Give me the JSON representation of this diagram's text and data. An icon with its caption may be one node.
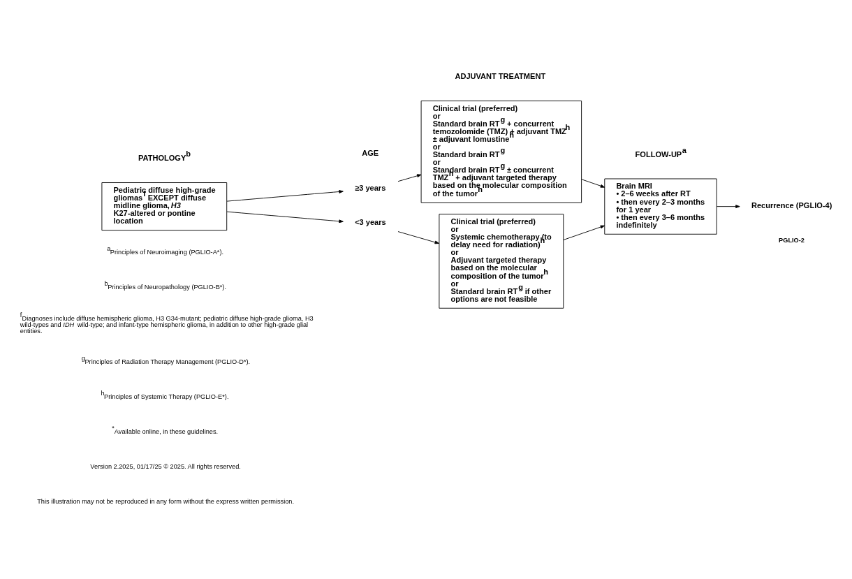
{
  "diagram": {
    "nodes": [
      {
        "text": [
          "Pediatric diffuse high-grade gliomas$^{f}$ EXCEPT diffuse midline glioma, *H3* K27-altered or pontine location"
        ]
      },
      {
        "text": [
          "≥3 years"
        ]
      },
      {
        "text": [
          "<3 years"
        ]
      },
      {
        "text": [
          "Clinical trial (preferred)",
          "or",
          "Standard brain RT$^{g}$ + concurrent temozolomide (TMZ) + adjuvant TMZ$^{h}$ ± adjuvant lomustine$^{h}$",
          "or",
          "Standard brain RT$^{g}$",
          "or",
          "Standard brain RT$^{g}$ ± concurrent TMZ$^{h}$ + adjuvant targeted therapy based on the molecular composition of the tumor$^{h}$"
        ]
      },
      {
        "text": [
          "Clinical trial (preferred)",
          "or",
          "Systemic chemotherapy (to delay need for radiation)$^{h}$",
          "or",
          "Adjuvant targeted therapy based on the molecular composition of the tumor$^{h}$",
          "or",
          "Standard brain RT$^{g}$ if other options are not feasible"
        ]
      },
      {
        "text": [
          "Brain MRI",
          "• 2–6 weeks after RT",
          "• then every 2–3 months for 1 year",
          "• then every 3–6 months indefinitely"
        ]
      },
      {
        "text": [
          "Recurrence (PGLIO-4)"
        ]
      }
    ],
    "edges": [
      {
        "from": 0,
        "to": 1,
        "arrow": "to"
      },
      {
        "from": 0,
        "to": 2,
        "arrow": "to"
      },
      {
        "from": 1,
        "to": 3,
        "arrow": "to"
      },
      {
        "from": 2,
        "to": 4,
        "arrow": "to"
      },
      {
        "from": 3,
        "to": 5,
        "arrow": "to"
      },
      {
        "from": 4,
        "to": 5,
        "arrow": "to"
      },
      {
        "from": 5,
        "to": 6,
        "arrow": "to"
      }
    ],
    "labels": [
      "PATHOLOGY$^{b}$",
      "AGE",
      "ADJUVANT TREATMENT",
      "FOLLOW-UP$^{a}$",
      "$^{a}$Principles of Neuroimaging (PGLIO-A*).",
      "$^{b}$Principles of Neuropathology (PGLIO-B*).",
      "$^{f}$Diagnoses include diffuse hemispheric glioma, H3 G34-mutant; pediatric diffuse high-grade glioma, H3 wild-types and *IDH* wild-type; and infant-type hemispheric glioma, in addition to other high-grade glial entities.",
      "$^{g}$Principles of Radiation Therapy Management (PGLIO-D*).",
      "$^{h}$Principles of Systemic Therapy (PGLIO-E*).",
      "$^{*}$Available online, in these guidelines.",
      "Version 2.2025, 01/17/25 © 2025. All rights reserved.",
      "This illustration may not be reproduced in any form without the express written permission.",
      "PGLIO-2"
    ]
  }
}
